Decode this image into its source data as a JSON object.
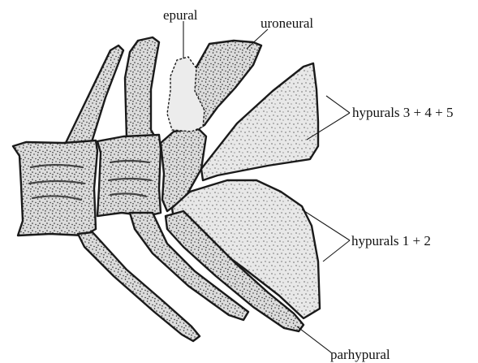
{
  "labels": {
    "epural": "epural",
    "uroneural": "uroneural",
    "hypurals_3_4_5": "hypurals 3 + 4 + 5",
    "hypurals_1_2": "hypurals 1 + 2",
    "parhypural": "parhypural"
  },
  "colors": {
    "background": "#ffffff",
    "bone_fill": "#dcdcdc",
    "stipple": "#222222",
    "outline": "#1a1a1a",
    "epural_fill": "#ececec"
  }
}
